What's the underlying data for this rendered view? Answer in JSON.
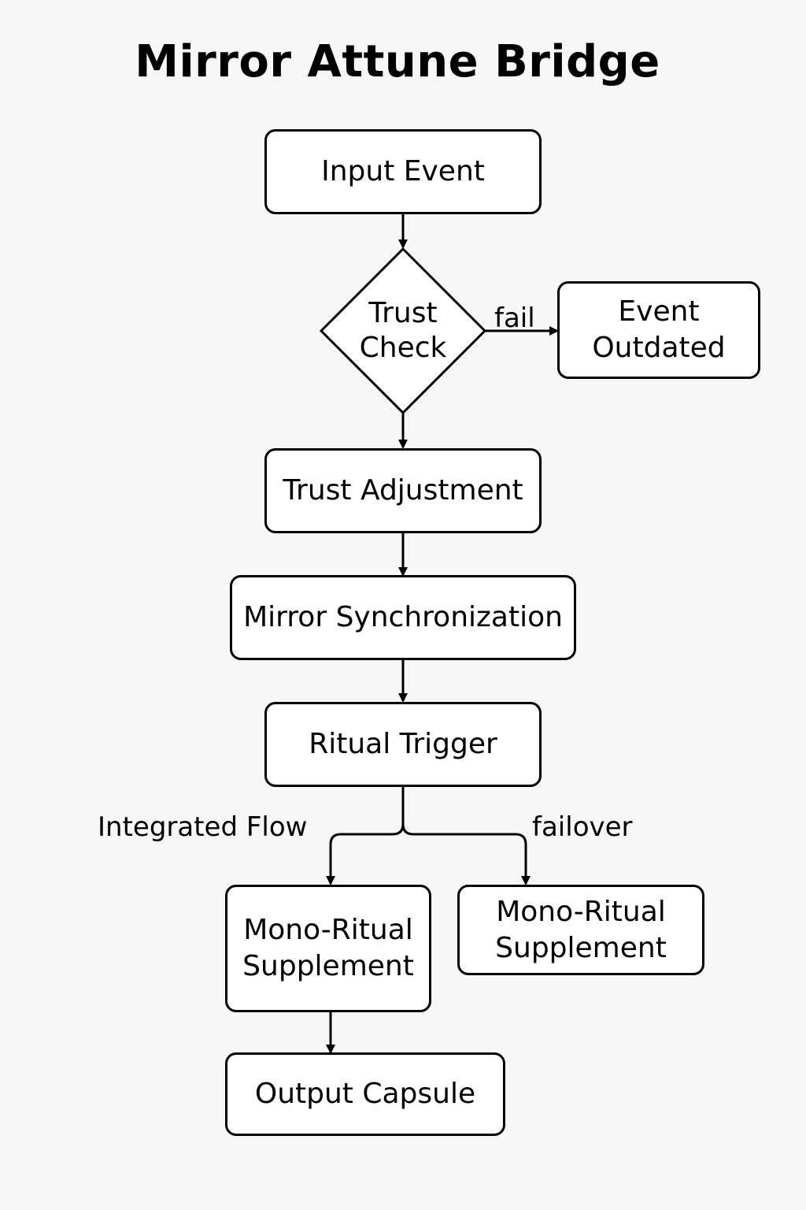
{
  "title": "Mirror Attune Bridge",
  "nodes": {
    "input_event": "Input Event",
    "trust_check": "Trust Check",
    "event_outdated": "Event Outdated",
    "trust_adjustment": "Trust Adjustment",
    "mirror_synchronization": "Mirror Synchronization",
    "ritual_trigger": "Ritual Trigger",
    "mono_ritual_supplement_left": "Mono-Ritual Supplement",
    "mono_ritual_supplement_right": "Mono-Ritual Supplement",
    "output_capsule": "Output Capsule"
  },
  "edge_labels": {
    "fail": "fail",
    "integrated_flow": "Integrated Flow",
    "failover": "failover"
  },
  "colors": {
    "background": "#f7f7f7",
    "stroke": "#000000",
    "node_fill": "#ffffff"
  }
}
